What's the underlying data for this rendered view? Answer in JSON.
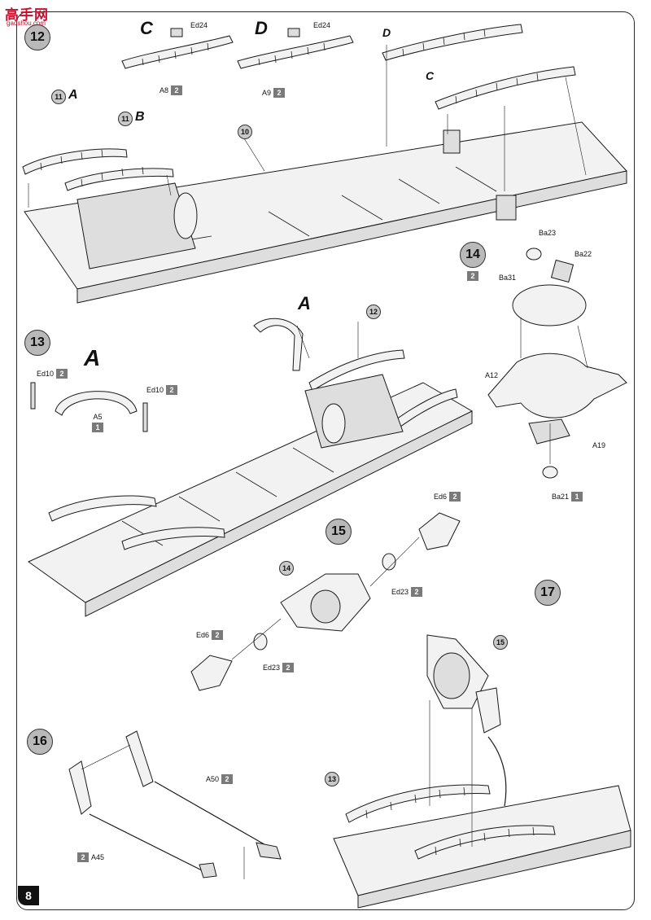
{
  "watermark": {
    "brand": "高手网",
    "url": "gaoshou.com"
  },
  "page_number": "8",
  "steps": {
    "s12": "12",
    "s13": "13",
    "s14": "14",
    "s15": "15",
    "s16": "16",
    "s17": "17"
  },
  "step12": {
    "spring_c": {
      "letter": "C",
      "part": "A8",
      "sprue": "2",
      "bracket": "Ed24"
    },
    "spring_d": {
      "letter": "D",
      "part": "A9",
      "sprue": "2",
      "bracket": "Ed24"
    },
    "ref_11a": {
      "num": "11",
      "letter": "A"
    },
    "ref_11b": {
      "num": "11",
      "letter": "B"
    },
    "ref_10": "10",
    "label_d": "D",
    "label_c": "C"
  },
  "step13": {
    "letter": "A",
    "left_part": {
      "id": "Ed10",
      "sprue": "2"
    },
    "right_part": {
      "id": "Ed10",
      "sprue": "2"
    },
    "center_part": {
      "id": "A5",
      "sprue": "1"
    },
    "assembly_letter": "A",
    "ref_12": "12"
  },
  "step14": {
    "sprue": "2",
    "parts": {
      "ba23": "Ba23",
      "ba22": "Ba22",
      "ba31": "Ba31",
      "a12": "A12",
      "a19": "A19",
      "ba21": {
        "id": "Ba21",
        "sprue": "1"
      }
    }
  },
  "step15": {
    "ref_14": "14",
    "ed6_top": {
      "id": "Ed6",
      "sprue": "2"
    },
    "ed23_top": {
      "id": "Ed23",
      "sprue": "2"
    },
    "ed6_bottom": {
      "id": "Ed6",
      "sprue": "2"
    },
    "ed23_bottom": {
      "id": "Ed23",
      "sprue": "2"
    }
  },
  "step16": {
    "a50": {
      "id": "A50",
      "sprue": "2"
    },
    "a45": {
      "id": "A45",
      "sprue": "2"
    }
  },
  "step17": {
    "ref_15": "15",
    "ref_13": "13"
  }
}
